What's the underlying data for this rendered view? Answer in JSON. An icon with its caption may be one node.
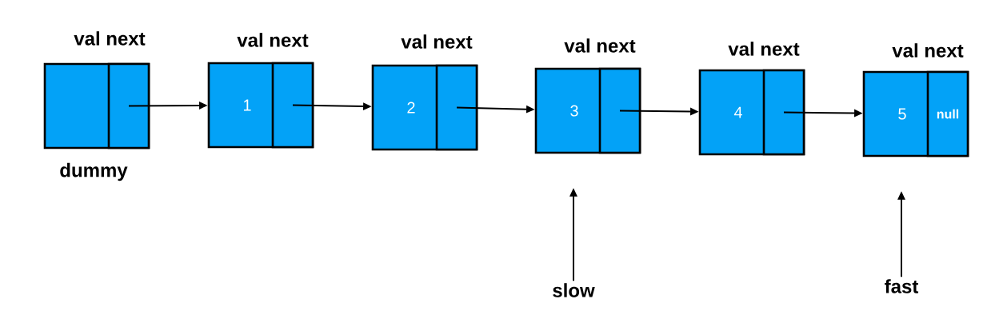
{
  "diagram": {
    "nodes": [
      {
        "text": [
          "val next"
        ],
        "beside": [
          "dummy"
        ]
      },
      {
        "text": [],
        "shape": "box",
        "in": 0
      },
      {
        "text": [
          "val next",
          "1"
        ]
      },
      {
        "text": [],
        "shape": "box",
        "in": 2
      },
      {
        "text": [
          "val next",
          "2"
        ]
      },
      {
        "text": [],
        "shape": "box",
        "in": 4
      },
      {
        "text": [
          "val next",
          "3"
        ]
      },
      {
        "text": [],
        "shape": "box",
        "in": 6
      },
      {
        "text": [
          "val next",
          "4"
        ]
      },
      {
        "text": [],
        "shape": "box",
        "in": 8
      },
      {
        "text": [
          "val next",
          "5"
        ]
      },
      {
        "text": [
          "null"
        ],
        "in": 10
      },
      {
        "text": [
          "slow"
        ]
      },
      {
        "text": [
          "fast"
        ]
      }
    ],
    "edges": [
      {
        "from": 1,
        "to": 2,
        "arrow": "to"
      },
      {
        "from": 3,
        "to": 4,
        "arrow": "to"
      },
      {
        "from": 5,
        "to": 6,
        "arrow": "to"
      },
      {
        "from": 7,
        "to": 8,
        "arrow": "to"
      },
      {
        "from": 9,
        "to": 10,
        "arrow": "to"
      },
      {
        "from": 12,
        "to": 6,
        "arrow": "to"
      },
      {
        "from": 13,
        "to": 10,
        "arrow": "to"
      }
    ]
  }
}
